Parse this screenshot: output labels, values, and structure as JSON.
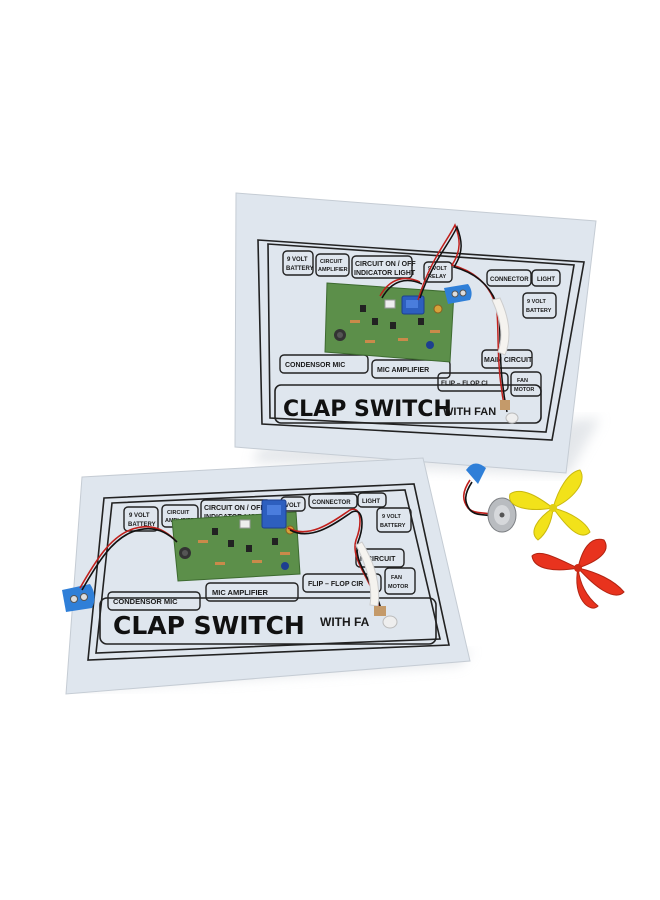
{
  "back_board": {
    "labels": {
      "battery_left": [
        "9 VOLT",
        "BATTERY"
      ],
      "circuit_amplifier": [
        "CIRCUIT",
        "AMPLIFIER"
      ],
      "indicator": [
        "CIRCUIT ON / OFF",
        "INDICATOR LIGHT"
      ],
      "relay": [
        "9 VOLT",
        "RELAY"
      ],
      "connector": "CONNECTOR",
      "light": "LIGHT",
      "battery_right": [
        "9 VOLT",
        "BATTERY"
      ],
      "condensor_mic": "CONDENSOR MIC",
      "mic_amplifier": "MIC AMPLIFIER",
      "main_circuit": "MAIN CIRCUIT",
      "flip_flop": "FLIP – FLOP CI",
      "fan_motor": [
        "FAN",
        "MOTOR"
      ]
    },
    "title": "CLAP SWITCH",
    "subtitle": "WITH FAN"
  },
  "front_board": {
    "labels": {
      "battery_left": [
        "9 VOLT",
        "BATTERY"
      ],
      "circuit_amplifier": [
        "CIRCUIT",
        "AMPLIFIER"
      ],
      "indicator": [
        "CIRCUIT ON / OFF",
        "INDICATOR LIGHT"
      ],
      "relay": "VOLT",
      "connector": "CONNECTOR",
      "light": "LIGHT",
      "battery_right": [
        "9 VOLT",
        "BATTERY"
      ],
      "condensor_mic": "CONDENSOR MIC",
      "mic_amplifier": "MIC AMPLIFIER",
      "main_circuit": "N CIRCUIT",
      "flip_flop": "FLIP – FLOP CIR",
      "fan_motor": [
        "FAN",
        "MOTOR"
      ]
    },
    "title": "CLAP SWITCH",
    "subtitle": "WITH FA"
  },
  "colors": {
    "board": "#dfe6ee",
    "pcb": "#5c8f4a",
    "fan_yellow": "#f2e21a",
    "fan_red": "#e8331e",
    "battery_clip": "#2f7fd8",
    "relay": "#2d5fbf"
  }
}
